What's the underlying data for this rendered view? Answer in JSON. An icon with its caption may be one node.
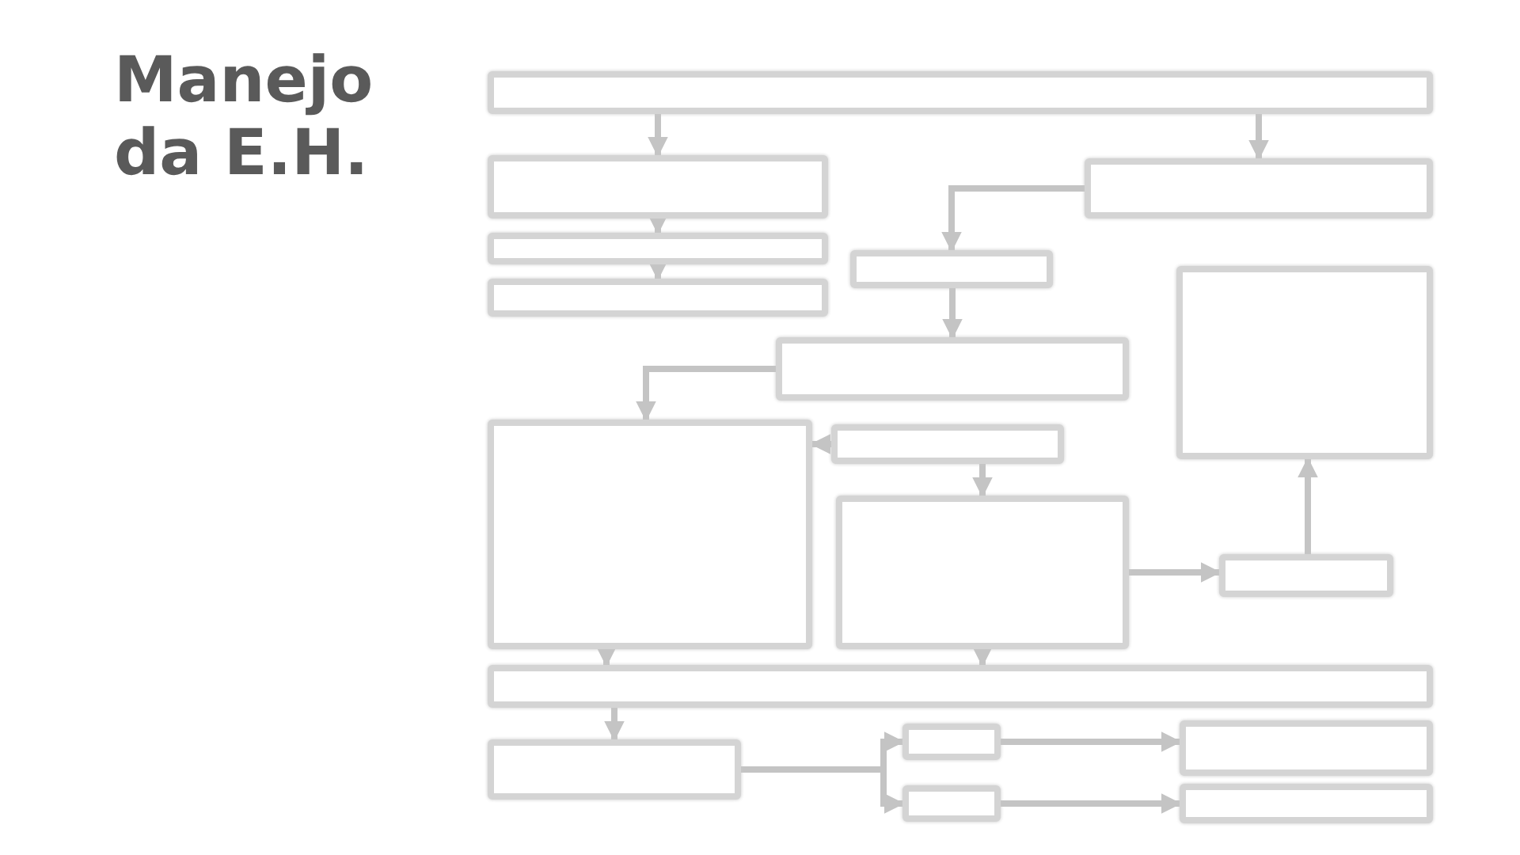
{
  "diagram": {
    "title": "Manejo da E.H.",
    "nodes": [
      {
        "text": [],
        "shape": "box"
      },
      {
        "text": [],
        "shape": "box"
      },
      {
        "text": [],
        "shape": "box"
      },
      {
        "text": [],
        "shape": "box"
      },
      {
        "text": [],
        "shape": "box"
      },
      {
        "text": [],
        "shape": "box"
      },
      {
        "text": [],
        "shape": "box"
      },
      {
        "text": [],
        "shape": "box"
      },
      {
        "text": [],
        "shape": "box"
      },
      {
        "text": [],
        "shape": "box"
      },
      {
        "text": [],
        "shape": "box"
      },
      {
        "text": [],
        "shape": "box"
      },
      {
        "text": [],
        "shape": "box"
      },
      {
        "text": [],
        "shape": "box"
      },
      {
        "text": [],
        "shape": "box"
      },
      {
        "text": [],
        "shape": "box"
      },
      {
        "text": [],
        "shape": "box"
      },
      {
        "text": [],
        "shape": "box"
      }
    ],
    "edges": [
      {
        "from": 0,
        "to": 1,
        "arrow": "to"
      },
      {
        "from": 0,
        "to": 4,
        "arrow": "to"
      },
      {
        "from": 1,
        "to": 2,
        "arrow": "to"
      },
      {
        "from": 2,
        "to": 3,
        "arrow": "to"
      },
      {
        "from": 4,
        "to": 5,
        "arrow": "to"
      },
      {
        "from": 5,
        "to": 6,
        "arrow": "to"
      },
      {
        "from": 6,
        "to": 8,
        "arrow": "to"
      },
      {
        "from": 9,
        "to": 8,
        "arrow": "to"
      },
      {
        "from": 9,
        "to": 10,
        "arrow": "to"
      },
      {
        "from": 10,
        "to": 11,
        "arrow": "to"
      },
      {
        "from": 11,
        "to": 7,
        "arrow": "to"
      },
      {
        "from": 8,
        "to": 12,
        "arrow": "to"
      },
      {
        "from": 10,
        "to": 12,
        "arrow": "to"
      },
      {
        "from": 12,
        "to": 13,
        "arrow": "to"
      },
      {
        "from": 13,
        "to": 14,
        "arrow": "to"
      },
      {
        "from": 13,
        "to": 15,
        "arrow": "to"
      },
      {
        "from": 14,
        "to": 16,
        "arrow": "to"
      },
      {
        "from": 15,
        "to": 17,
        "arrow": "to"
      }
    ]
  }
}
